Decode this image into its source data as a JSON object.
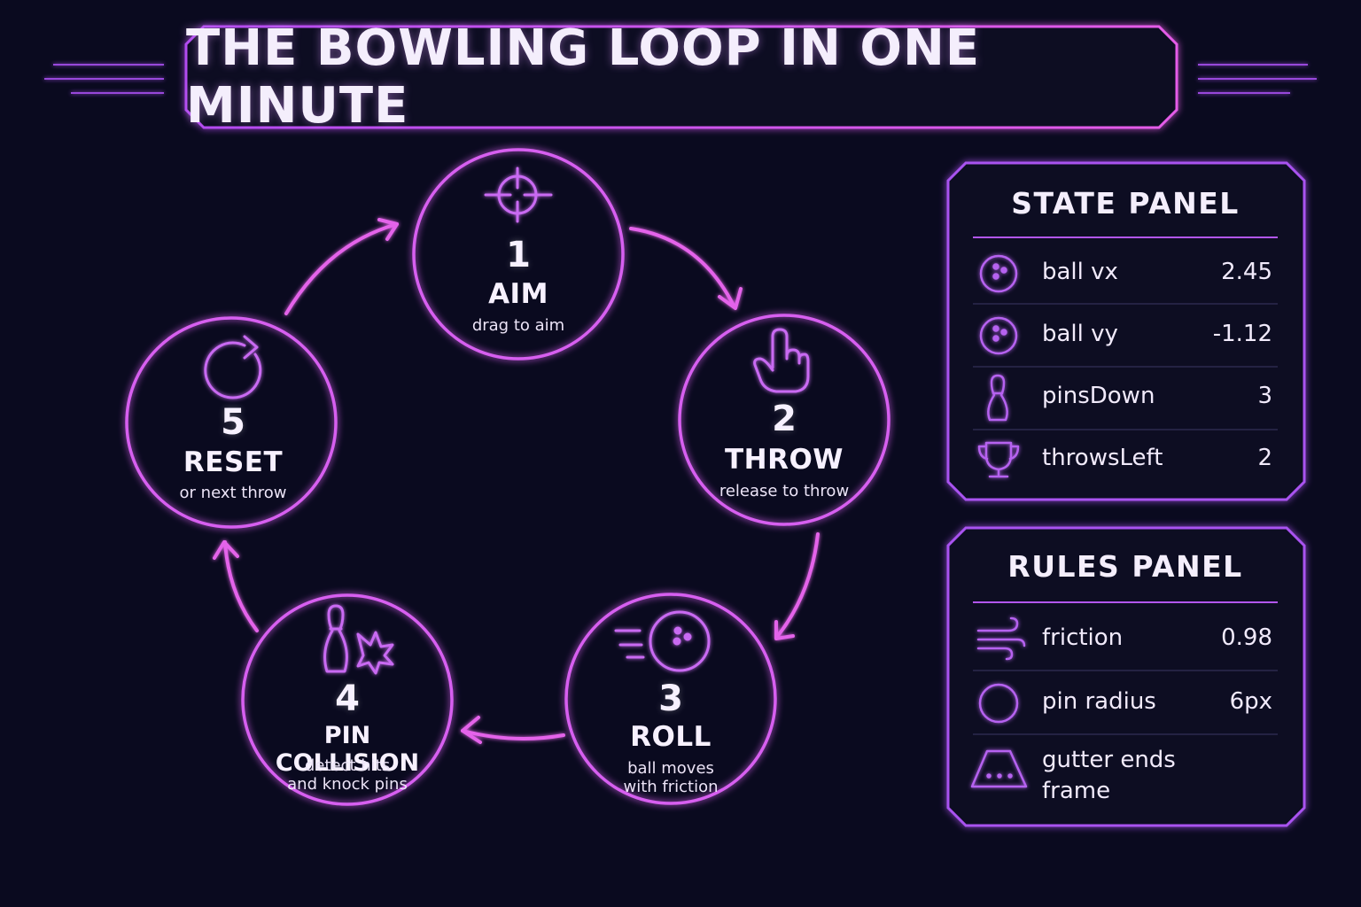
{
  "title": "THE BOWLING LOOP IN ONE MINUTE",
  "colors": {
    "background": "#0a0a1f",
    "neon_magenta": "#e060f0",
    "neon_purple": "#a64df2",
    "text": "#f3eefc"
  },
  "steps": [
    {
      "number": "1",
      "title": "AIM",
      "desc": [
        "drag to aim"
      ],
      "icon": "crosshair-icon"
    },
    {
      "number": "2",
      "title": "THROW",
      "desc": [
        "release to throw"
      ],
      "icon": "pointer-hand-icon"
    },
    {
      "number": "3",
      "title": "ROLL",
      "desc": [
        "ball moves",
        "with friction"
      ],
      "icon": "rolling-ball-icon"
    },
    {
      "number": "4",
      "title": "PIN COLLISION",
      "desc": [
        "detect hits",
        "and knock pins"
      ],
      "icon": "pin-impact-icon"
    },
    {
      "number": "5",
      "title": "RESET",
      "desc": [
        "or next throw"
      ],
      "icon": "refresh-icon"
    }
  ],
  "state_panel": {
    "title": "STATE PANEL",
    "rows": [
      {
        "label": "ball vx",
        "value": "2.45",
        "icon": "bowling-ball-icon"
      },
      {
        "label": "ball vy",
        "value": "-1.12",
        "icon": "bowling-ball-icon"
      },
      {
        "label": "pinsDown",
        "value": "3",
        "icon": "bowling-pin-icon"
      },
      {
        "label": "throwsLeft",
        "value": "2",
        "icon": "trophy-icon"
      }
    ]
  },
  "rules_panel": {
    "title": "RULES PANEL",
    "rows": [
      {
        "label": "friction",
        "value": "0.98",
        "icon": "wind-icon"
      },
      {
        "label": "pin radius",
        "value": "6px",
        "icon": "circle-icon"
      },
      {
        "label": [
          "gutter ends",
          "frame"
        ],
        "value": "",
        "icon": "gutter-lane-icon"
      }
    ]
  }
}
